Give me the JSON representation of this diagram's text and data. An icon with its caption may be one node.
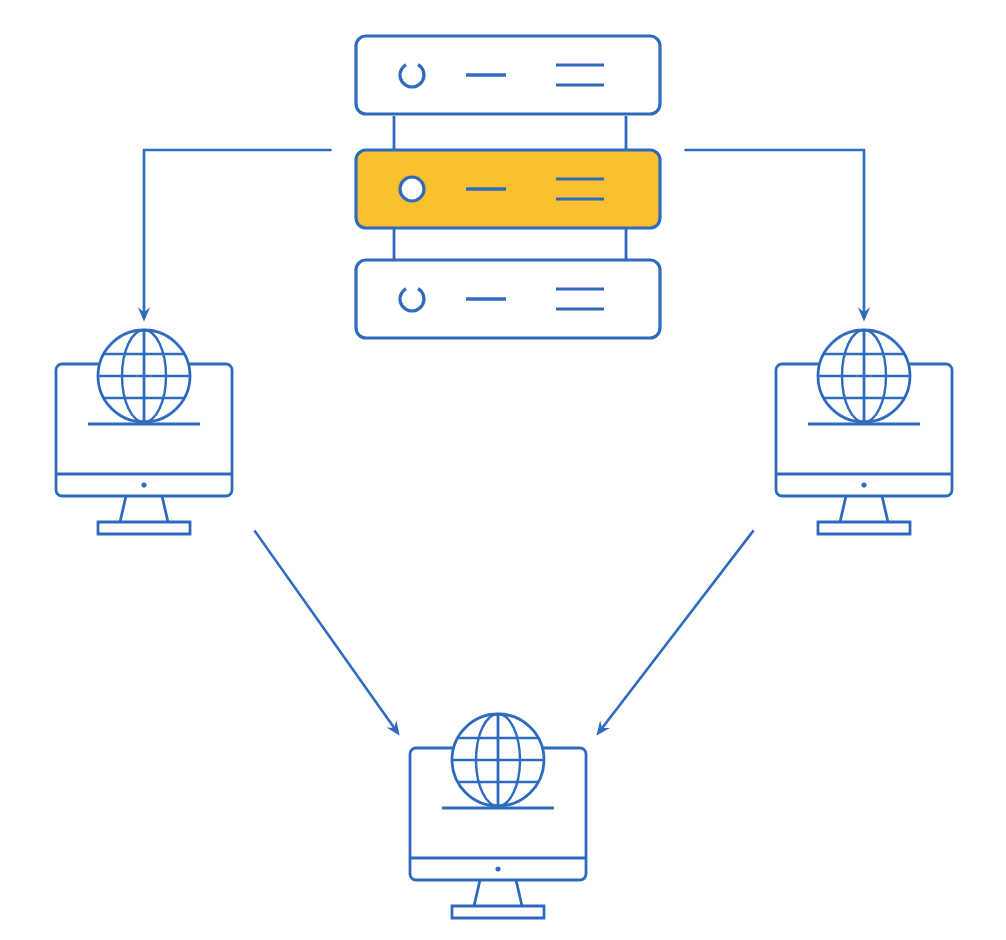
{
  "diagram": {
    "nodes": [
      {
        "text": [],
        "shape": "server"
      },
      {
        "text": [],
        "shape": "computer"
      },
      {
        "text": [],
        "shape": "computer"
      },
      {
        "text": [],
        "shape": "computer"
      }
    ],
    "edges": [
      {
        "from": 0,
        "to": 1,
        "arrow": "to"
      },
      {
        "from": 0,
        "to": 2,
        "arrow": "to"
      },
      {
        "from": 1,
        "to": 3,
        "arrow": "to"
      },
      {
        "from": 2,
        "to": 3,
        "arrow": "to"
      }
    ]
  }
}
